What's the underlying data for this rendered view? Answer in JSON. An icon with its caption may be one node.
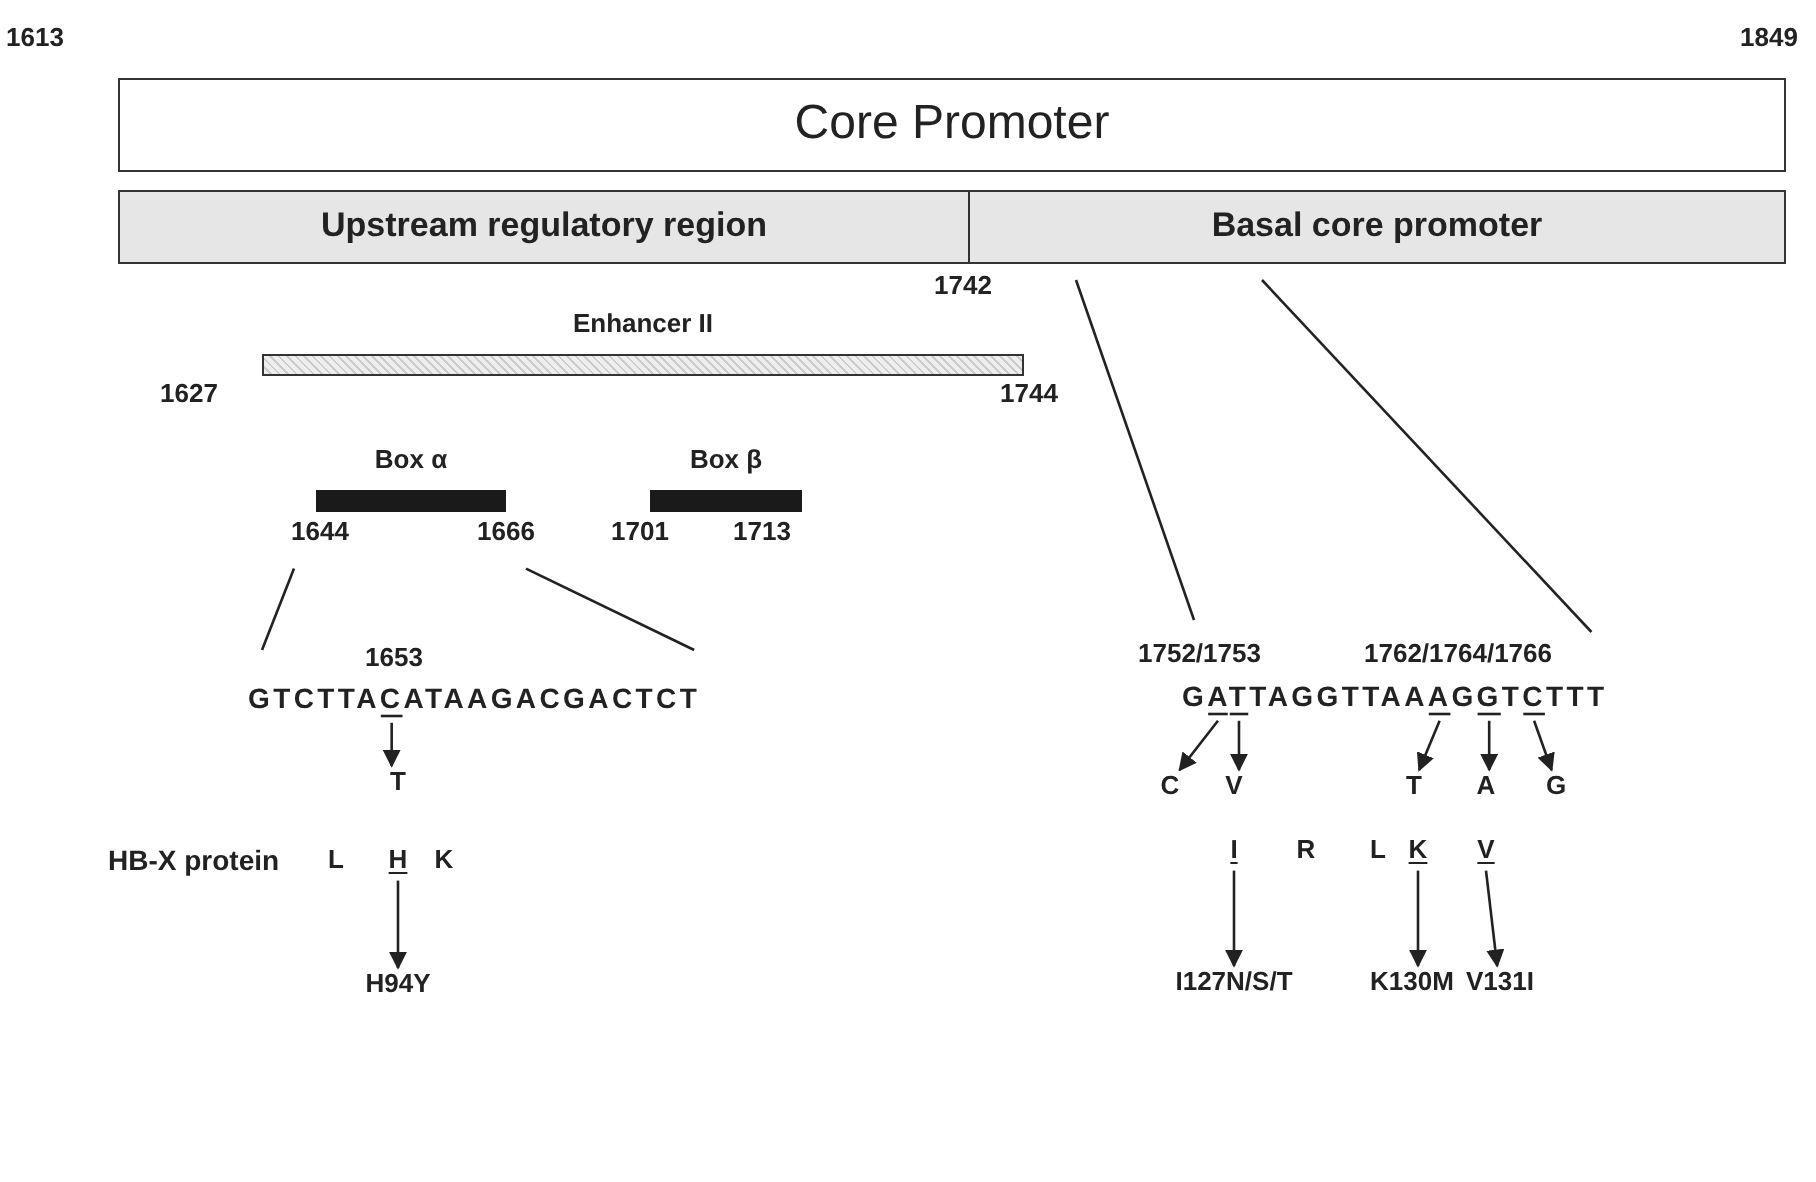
{
  "diagram": {
    "nodes": [
      {
        "text": [
          "Core Promoter"
        ]
      },
      {
        "text": [
          "Upstream regulatory region"
        ]
      },
      {
        "text": [
          "Basal core promoter"
        ]
      },
      {
        "text": [
          "Enhancer II"
        ]
      },
      {
        "text": [
          "Box α"
        ]
      },
      {
        "text": [
          "Box β"
        ]
      },
      {
        "text": [
          "GTCTTACATAAGACGACTCT"
        ]
      },
      {
        "text": [
          "T"
        ]
      },
      {
        "text": [
          "H"
        ]
      },
      {
        "text": [
          "H94Y"
        ]
      },
      {
        "text": [
          "GATTAGGTTAAAGGTCTTT"
        ]
      },
      {
        "text": [
          "C"
        ]
      },
      {
        "text": [
          "V"
        ]
      },
      {
        "text": [
          "T"
        ]
      },
      {
        "text": [
          "A"
        ]
      },
      {
        "text": [
          "G"
        ]
      },
      {
        "text": [
          "I"
        ]
      },
      {
        "text": [
          "K"
        ]
      },
      {
        "text": [
          "V"
        ]
      },
      {
        "text": [
          "I127N/S/T"
        ]
      },
      {
        "text": [
          "K130M"
        ]
      },
      {
        "text": [
          "V131I"
        ]
      }
    ],
    "edges": [
      {
        "from": 4,
        "to": 6,
        "arrow": "none"
      },
      {
        "from": 4,
        "to": 6,
        "arrow": "none"
      },
      {
        "from": 2,
        "to": 10,
        "arrow": "none"
      },
      {
        "from": 2,
        "to": 10,
        "arrow": "none"
      },
      {
        "from": 6,
        "to": 7,
        "arrow": "to"
      },
      {
        "from": 8,
        "to": 9,
        "arrow": "to"
      },
      {
        "from": 10,
        "to": 11,
        "arrow": "to"
      },
      {
        "from": 10,
        "to": 12,
        "arrow": "to"
      },
      {
        "from": 10,
        "to": 13,
        "arrow": "to"
      },
      {
        "from": 10,
        "to": 14,
        "arrow": "to"
      },
      {
        "from": 10,
        "to": 15,
        "arrow": "to"
      },
      {
        "from": 16,
        "to": 19,
        "arrow": "to"
      },
      {
        "from": 17,
        "to": 20,
        "arrow": "to"
      },
      {
        "from": 18,
        "to": 21,
        "arrow": "to"
      }
    ],
    "labels": [
      "1613",
      "1849",
      "1742",
      "1627",
      "1744",
      "1644",
      "1666",
      "1701",
      "1713",
      "1653",
      "1752/1753",
      "1762/1764/1766",
      "HB-X protein",
      "L",
      "K",
      "R",
      "L"
    ]
  }
}
